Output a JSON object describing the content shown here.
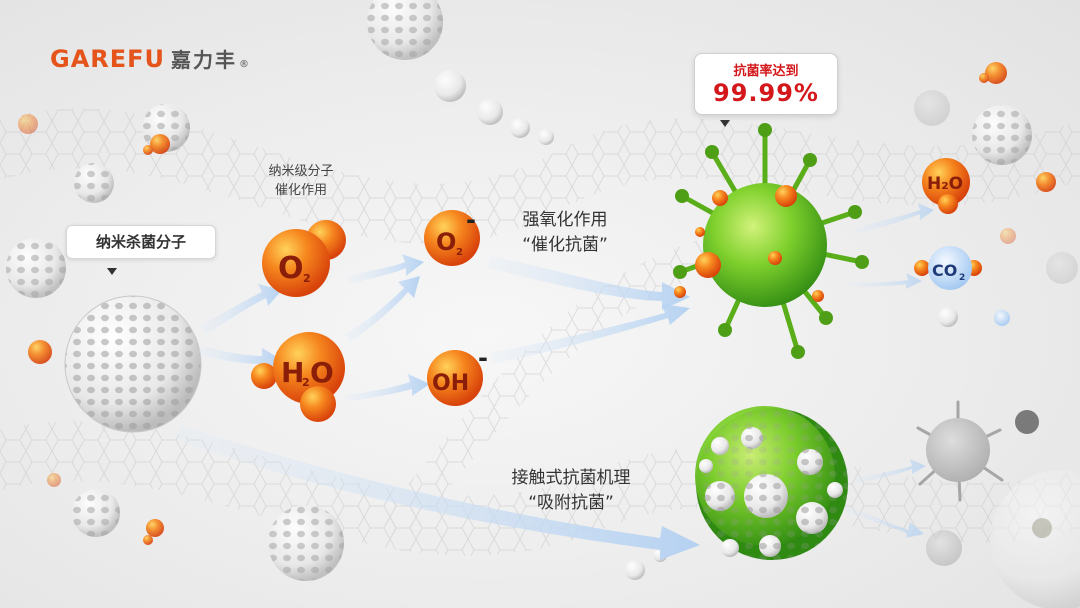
{
  "brand": {
    "name": "GAREFU",
    "name_cn": "嘉力丰",
    "mark": "®"
  },
  "labels": {
    "nano_molecule": "纳米杀菌分子",
    "nano_catalysis_line1": "纳米级分子",
    "nano_catalysis_line2": "催化作用",
    "oxidation_line1": "强氧化作用",
    "oxidation_line2": "“催化抗菌”",
    "contact_line1": "接触式抗菌机理",
    "contact_line2": "“吸附抗菌”",
    "rate_title": "抗菌率达到",
    "rate_value": "99.99%"
  },
  "molecules": {
    "o2": "O",
    "o2_sub": "2",
    "h2o_h": "H",
    "h2o_sub": "2",
    "h2o_o": "O",
    "o2_radical": "O",
    "o2_radical_sub": "2",
    "oh_radical": "OH",
    "charge": "-",
    "h2o_out": "H₂O",
    "co2_out": "CO",
    "co2_sub": "2"
  },
  "colors": {
    "brand": "#e4541b",
    "accent_red": "#d4171a",
    "orange_sphere": "#f26a1b",
    "virus_green": "#5fbf1f",
    "arrow_blue": "#bcd8f5"
  }
}
